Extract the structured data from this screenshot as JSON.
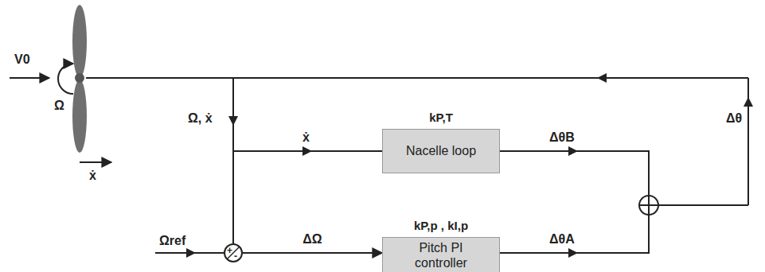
{
  "diagram": {
    "nodes": [
      {
        "text": [
          "+",
          "-"
        ]
      },
      {
        "text": [
          "kP,T",
          "Nacelle loop"
        ]
      },
      {
        "text": [
          "kP,p , kI,p",
          "Pitch PI controller"
        ]
      }
    ],
    "edges": [
      {
        "from": 0,
        "to": 2,
        "arrow": "to",
        "label": "ΔΩ"
      }
    ],
    "labels": [
      "V0",
      "Ω",
      "ẋ",
      "Ω, ẋ",
      "ẋ",
      "Ωref",
      "ΔθB",
      "ΔθA",
      "Δθ"
    ]
  }
}
